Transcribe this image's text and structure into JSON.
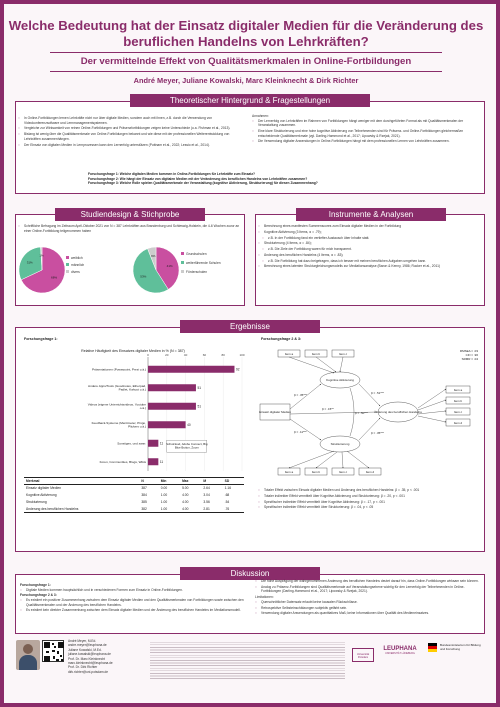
{
  "title": "Welche Bedeutung hat der Einsatz digitaler Medien für die Veränderung des beruflichen Handelns von Lehrkräften?",
  "subtitle": "Der vermittelnde Effekt von Qualitätsmerkmalen in Online-Fortbildungen",
  "authors": "André Meyer, Juliane Kowalski, Marc Kleinknecht & Dirk Richter",
  "sections": {
    "background": "Theoretischer Hintergrund & Fragestellungen",
    "design": "Studiendesign & Stichprobe",
    "instruments": "Instrumente & Analysen",
    "results": "Ergebnisse",
    "discussion": "Diskussion"
  },
  "background": {
    "left": [
      "In Online-Fortbildungen lernen Lehrkräfte nicht nur über digitale Medien, sondern auch mit ihnen, z.B. durch die Verwendung von Videokonferenzsoftware und Lernmanagementsystemen.",
      "Vergleiche zur Wirksamkeit von reinen Online-Fortbildungen und Präsenzfortbildungen zeigen keine Unterschiede (u.a. Fishman et al., 2013).",
      "Bislang ist wenig über die Qualitätsmerkmale von Online-Fortbildungen bekannt und wie diese mit der professionellen Weiterentwicklung von Lehrkräften zusammenhängen.",
      "Der Einsatz von digitalen Medien in Lernprozessen kann den Lernerfolg unterstützen (Puttnam et al., 2022; Lessio et al., 2014)."
    ],
    "right_intro": "Annahmen:",
    "right": [
      "Der Lernerfolg von Lehrkräften im Rahmen von Fortbildungen hängt weniger mit dem durchgeführten Format als mit Qualitätsmerkmalen der Veranstaltung zusammen.",
      "Eine klare Strukturierung und eine hohe kognitive Aktivierung von Teilnehmenden sind für Präsenz- und Online-Fortbildungen gleichermaßen entscheidende Qualitätsmerkmale (vgl. Darling-Hammond et al., 2017; Lipowsky & Rzejak, 2021).",
      "Die Verwendung digitaler Anwendungen in Online-Fortbildungen hängt mit dem professionellen Lernen von Lehrkräften zusammen."
    ],
    "questions": [
      "Forschungsfrage 1: Welche digitalen Medien kommen in Online-Fortbildungen für Lehrkräfte zum Einsatz?",
      "Forschungsfrage 2: Wie hängt der Einsatz von digitalen Medien mit der Veränderung des beruflichen Handelns von Lehrkräften zusammen?",
      "Forschungsfrage 3: Welche Rolle spielen Qualitätsmerkmale der Veranstaltung (kognitive Aktivierung, Strukturierung) für diesen Zusammenhang?"
    ]
  },
  "design": {
    "bullet": "Schriftliche Befragung im Zeitraum April-Oktober 2021 von N = 387 Lehrkräften aus Brandenburg und Schleswig-Holstein, die 4-6 Wochen zuvor an einer Online-Fortbildung teilgenommen haben",
    "gender_legend": [
      "weiblich",
      "männlich",
      "divers"
    ],
    "school_legend": [
      "Grundschulen",
      "weiterführende Schulen",
      "Förderschulen"
    ]
  },
  "instruments": {
    "items": [
      "Berechnung eines manifesten Summenscores zum Einsatz digitaler Medien in der Fortbildung",
      "Kognitive Aktivierung (3 Items, α = .79);",
      "z.B. In der Fortbildung fand ein vertiefter Austausch über Inhalte statt.",
      "Strukturierung (4 Items, α = .84);",
      "z.B. Die Ziele der Fortbildung waren für mich transparent.",
      "Änderung des beruflichen Handelns (4 Items, α = .83);",
      "z.B. Die Fortbildung hat dazu beigetragen, dass ich besser mit meinen beruflichen Aufgaben umgehen kann.",
      "Berechnung eines latenten Strukturgleichungsmodells zur Mediationsanalyse (Baron & Kenny, 1986; Rucker et al., 2011)"
    ]
  },
  "results": {
    "fq1": "Forschungsfrage 1:",
    "fq23": "Forschungsfrage 2 & 3:",
    "table_headers": [
      "Merkmal",
      "N",
      "Min",
      "Max",
      "M",
      "SD"
    ],
    "table_rows": [
      [
        "Einsatz digitaler Medien",
        "387",
        "0.00",
        "5.00",
        "2.64",
        "1.16"
      ],
      [
        "Kognitive Aktivierung",
        "384",
        "1.00",
        "4.00",
        "3.04",
        ".68"
      ],
      [
        "Strukturierung",
        "385",
        "1.00",
        "4.00",
        "3.56",
        ".54"
      ],
      [
        "Änderung des beruflichen Handelns",
        "382",
        "1.00",
        "4.00",
        "2.81",
        ".76"
      ]
    ],
    "effects": [
      "Totaler Effekt zwischen Einsatz digitaler Medien und Änderung des beruflichen Handelns: β = .35, p < .001",
      "Totaler indirekter Effekt vermittelt über Kognitive Aktivierung und Strukturierung: β = .20, p < .001",
      "Spezifischer indirekter Effekt vermittelt über Kognitive Aktivierung: β = .17, p < .001",
      "Spezifischer indirekter Effekt vermittelt über Strukturierung: β = .04, p < .05"
    ],
    "model": {
      "fit": [
        "RMSEA = .03",
        "CFI = .96",
        "SRMR = .04"
      ],
      "nodes": {
        "ka": "Kognitive Aktivierung",
        "st": "Strukturierung",
        "dm": "Einsatz digitaler Medien",
        "bh": "Änderung des beruflichen Handelns"
      },
      "coef": {
        "dm_ka": "β = .35***",
        "ka_bh": "β = .51***",
        "dm_bh": "β = .15**",
        "dm_st": "β = .11***",
        "st_bh": "β = .35***",
        "ka_st": "β = .50***"
      },
      "items_top": [
        "Item a",
        "Item b",
        "Item c"
      ],
      "items_bottom": [
        "Item a",
        "Item b",
        "Item c",
        "Item d"
      ],
      "items_right": [
        "Item a",
        "Item b",
        "Item c",
        "Item d"
      ]
    }
  },
  "chart_data": {
    "type": "bar",
    "title": "Relative Häufigkeit des Einsatzes digitaler Medien in % (N = 387)",
    "categories": [
      "Präsentationen (Powerpoint, Prezi o.ä.)",
      "Andere Apps/Tools (Goodnotes, Etherpad, Padlet, Kahoot o.ä.)",
      "Videos (eigene Unterrichtsvideos, Youtube o.ä.)",
      "Feedback-Systeme (Mentimeter, Pingo, Plickers u.ä.)",
      "Sonstiges, und zwar:",
      "Foren, Communities, Blogs, Wikis"
    ],
    "values": [
      92,
      51,
      51,
      40,
      11,
      11
    ],
    "xlim": [
      0,
      100
    ],
    "xticks": [
      "0",
      "20",
      "40",
      "60",
      "80",
      "100"
    ],
    "annotation": "Schulcloud, Adobe Connect, Big Blue Button, Zoom",
    "pies": [
      {
        "name": "gender",
        "values": [
          68,
          31,
          1
        ],
        "labels": [
          "68%",
          "31%",
          "1%"
        ]
      },
      {
        "name": "school",
        "values": [
          41,
          53,
          6
        ],
        "labels": [
          "41%",
          "53%",
          "6%"
        ]
      }
    ]
  },
  "discussion": {
    "left": [
      "Forschungsfrage 1:",
      "Digitale Medien kommen hauptsächlich und in verschiedenen Formen zum Einsatz in Online-Fortbildungen.",
      "Forschungsfrage 2 & 3:",
      "Es existiert ein positiver Zusammenhang zwischen dem Einsatz digitaler Medien und den Qualitätsmerkmalen von Fortbildungen sowie zwischen den Qualitätsmerkmalen und der Änderung des beruflichen Handelns.",
      "Es existiert kein direkter Zusammenhang zwischen dem Einsatz digitaler Medien und der Änderung des beruflichen Handelns im Mediationsmodell."
    ],
    "right": [
      "Die hohe Ausprägung der wahrgenommenen Änderung des beruflichen Handelns deutet darauf hin, dass Online-Fortbildungen wirksam sein können.",
      "Analog zu Präsenz-Fortbildungen sind Qualitätsmerkmale auf Veranstaltungsebene wichtig für den Lernerfolg der Teilnehmenden in Online-Fortbildungen (Darling-Hammond et al., 2017; Lipowsky & Rzejak, 2021).",
      "Limitationen:",
      "Querschnittlicher Datensatz erlaubt keine kausalen Rückschlüsse.",
      "Retrospektive Selbsteinschätzungen subjektiv gefärbt sein.",
      "Verwendung digitaler Anwendungen als quantitatives Maß; keine Informationen über Qualität des Medieneinsatzes."
    ]
  },
  "contact": [
    "André Meyer, M.Ed.",
    "andre.meyer@leuphana.de",
    "Juliane Kowalski, M.Ed.",
    "juliane.kowalski@leuphana.de",
    "Prof. Dr. Marc Kleinknecht",
    "marc.kleinknecht@leuphana.de",
    "Prof. Dr. Dirk Richter",
    "dirk.richter@uni-potsdam.de"
  ],
  "logos": {
    "uni_potsdam": "Universität Potsdam",
    "leuphana": "LEUPHANA",
    "leuphana_sub": "UNIVERSITÄT LÜNEBURG",
    "bmbf": "Bundesministerium für Bildung und Forschung"
  },
  "colors": {
    "accent": "#8a2c6a",
    "pie_a": "#c94fa0",
    "pie_b": "#5fbf9a",
    "bar": "#8a2c6a"
  }
}
